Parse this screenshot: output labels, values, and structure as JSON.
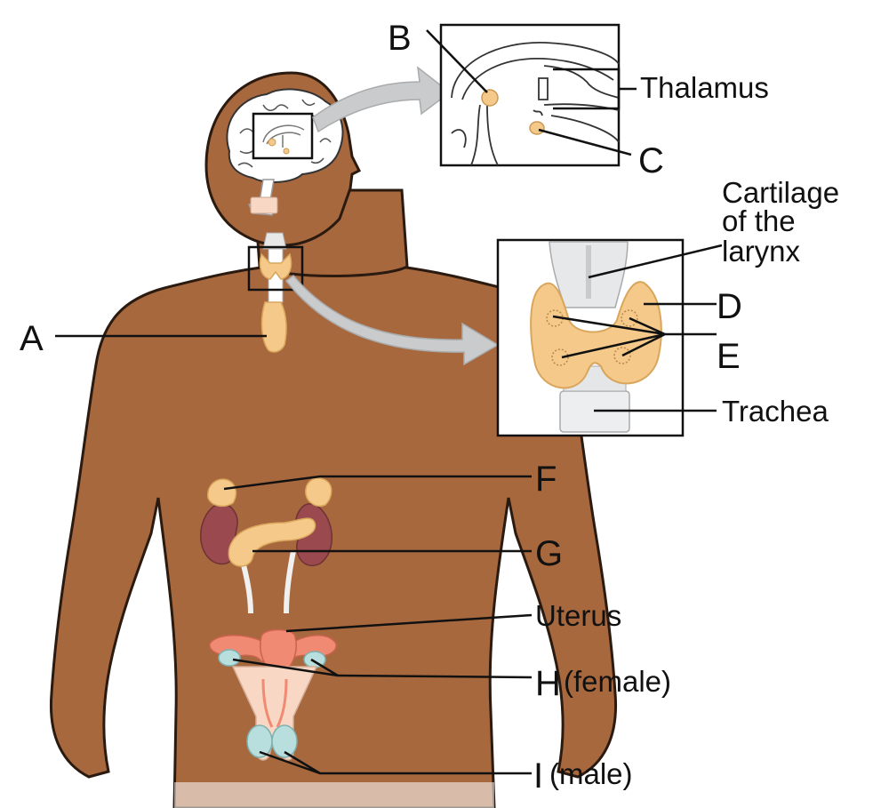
{
  "colors": {
    "skin": "#a8683e",
    "skin_outline": "#2a1a10",
    "gland": "#f5c98a",
    "gland_outline": "#d9a65c",
    "kidney": "#9a4a4e",
    "ovary": "#b9dede",
    "uterus": "#f08a72",
    "arrow": "#c9cbcc"
  },
  "labels": {
    "A": "A",
    "B": "B",
    "C": "C",
    "D": "D",
    "E": "E",
    "F": "F",
    "G": "G",
    "H": "H",
    "H_note": "(female)",
    "I": "I",
    "I_note": "(male)",
    "thalamus": "Thalamus",
    "cartilage_1": "Cartilage",
    "cartilage_2": "of the",
    "cartilage_3": "larynx",
    "trachea": "Trachea",
    "uterus": "Uterus"
  }
}
